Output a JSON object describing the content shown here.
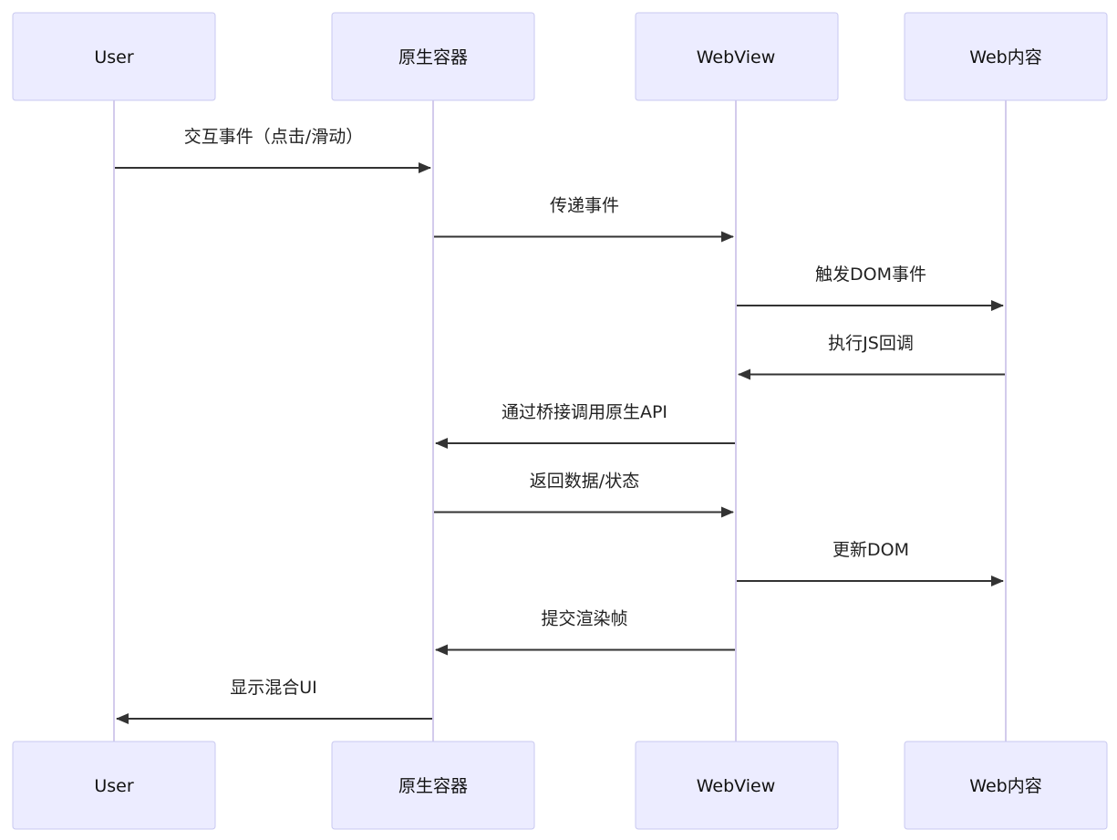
{
  "participants": [
    {
      "id": "user",
      "label": "User"
    },
    {
      "id": "native",
      "label": "原生容器"
    },
    {
      "id": "webview",
      "label": "WebView"
    },
    {
      "id": "web",
      "label": "Web内容"
    }
  ],
  "messages": [
    {
      "from": "user",
      "to": "native",
      "label": "交互事件（点击/滑动）"
    },
    {
      "from": "native",
      "to": "webview",
      "label": "传递事件"
    },
    {
      "from": "webview",
      "to": "web",
      "label": "触发DOM事件"
    },
    {
      "from": "web",
      "to": "webview",
      "label": "执行JS回调"
    },
    {
      "from": "webview",
      "to": "native",
      "label": "通过桥接调用原生API"
    },
    {
      "from": "native",
      "to": "webview",
      "label": "返回数据/状态"
    },
    {
      "from": "webview",
      "to": "web",
      "label": "更新DOM"
    },
    {
      "from": "webview",
      "to": "native",
      "label": "提交渲染帧"
    },
    {
      "from": "native",
      "to": "user",
      "label": "显示混合UI"
    }
  ]
}
